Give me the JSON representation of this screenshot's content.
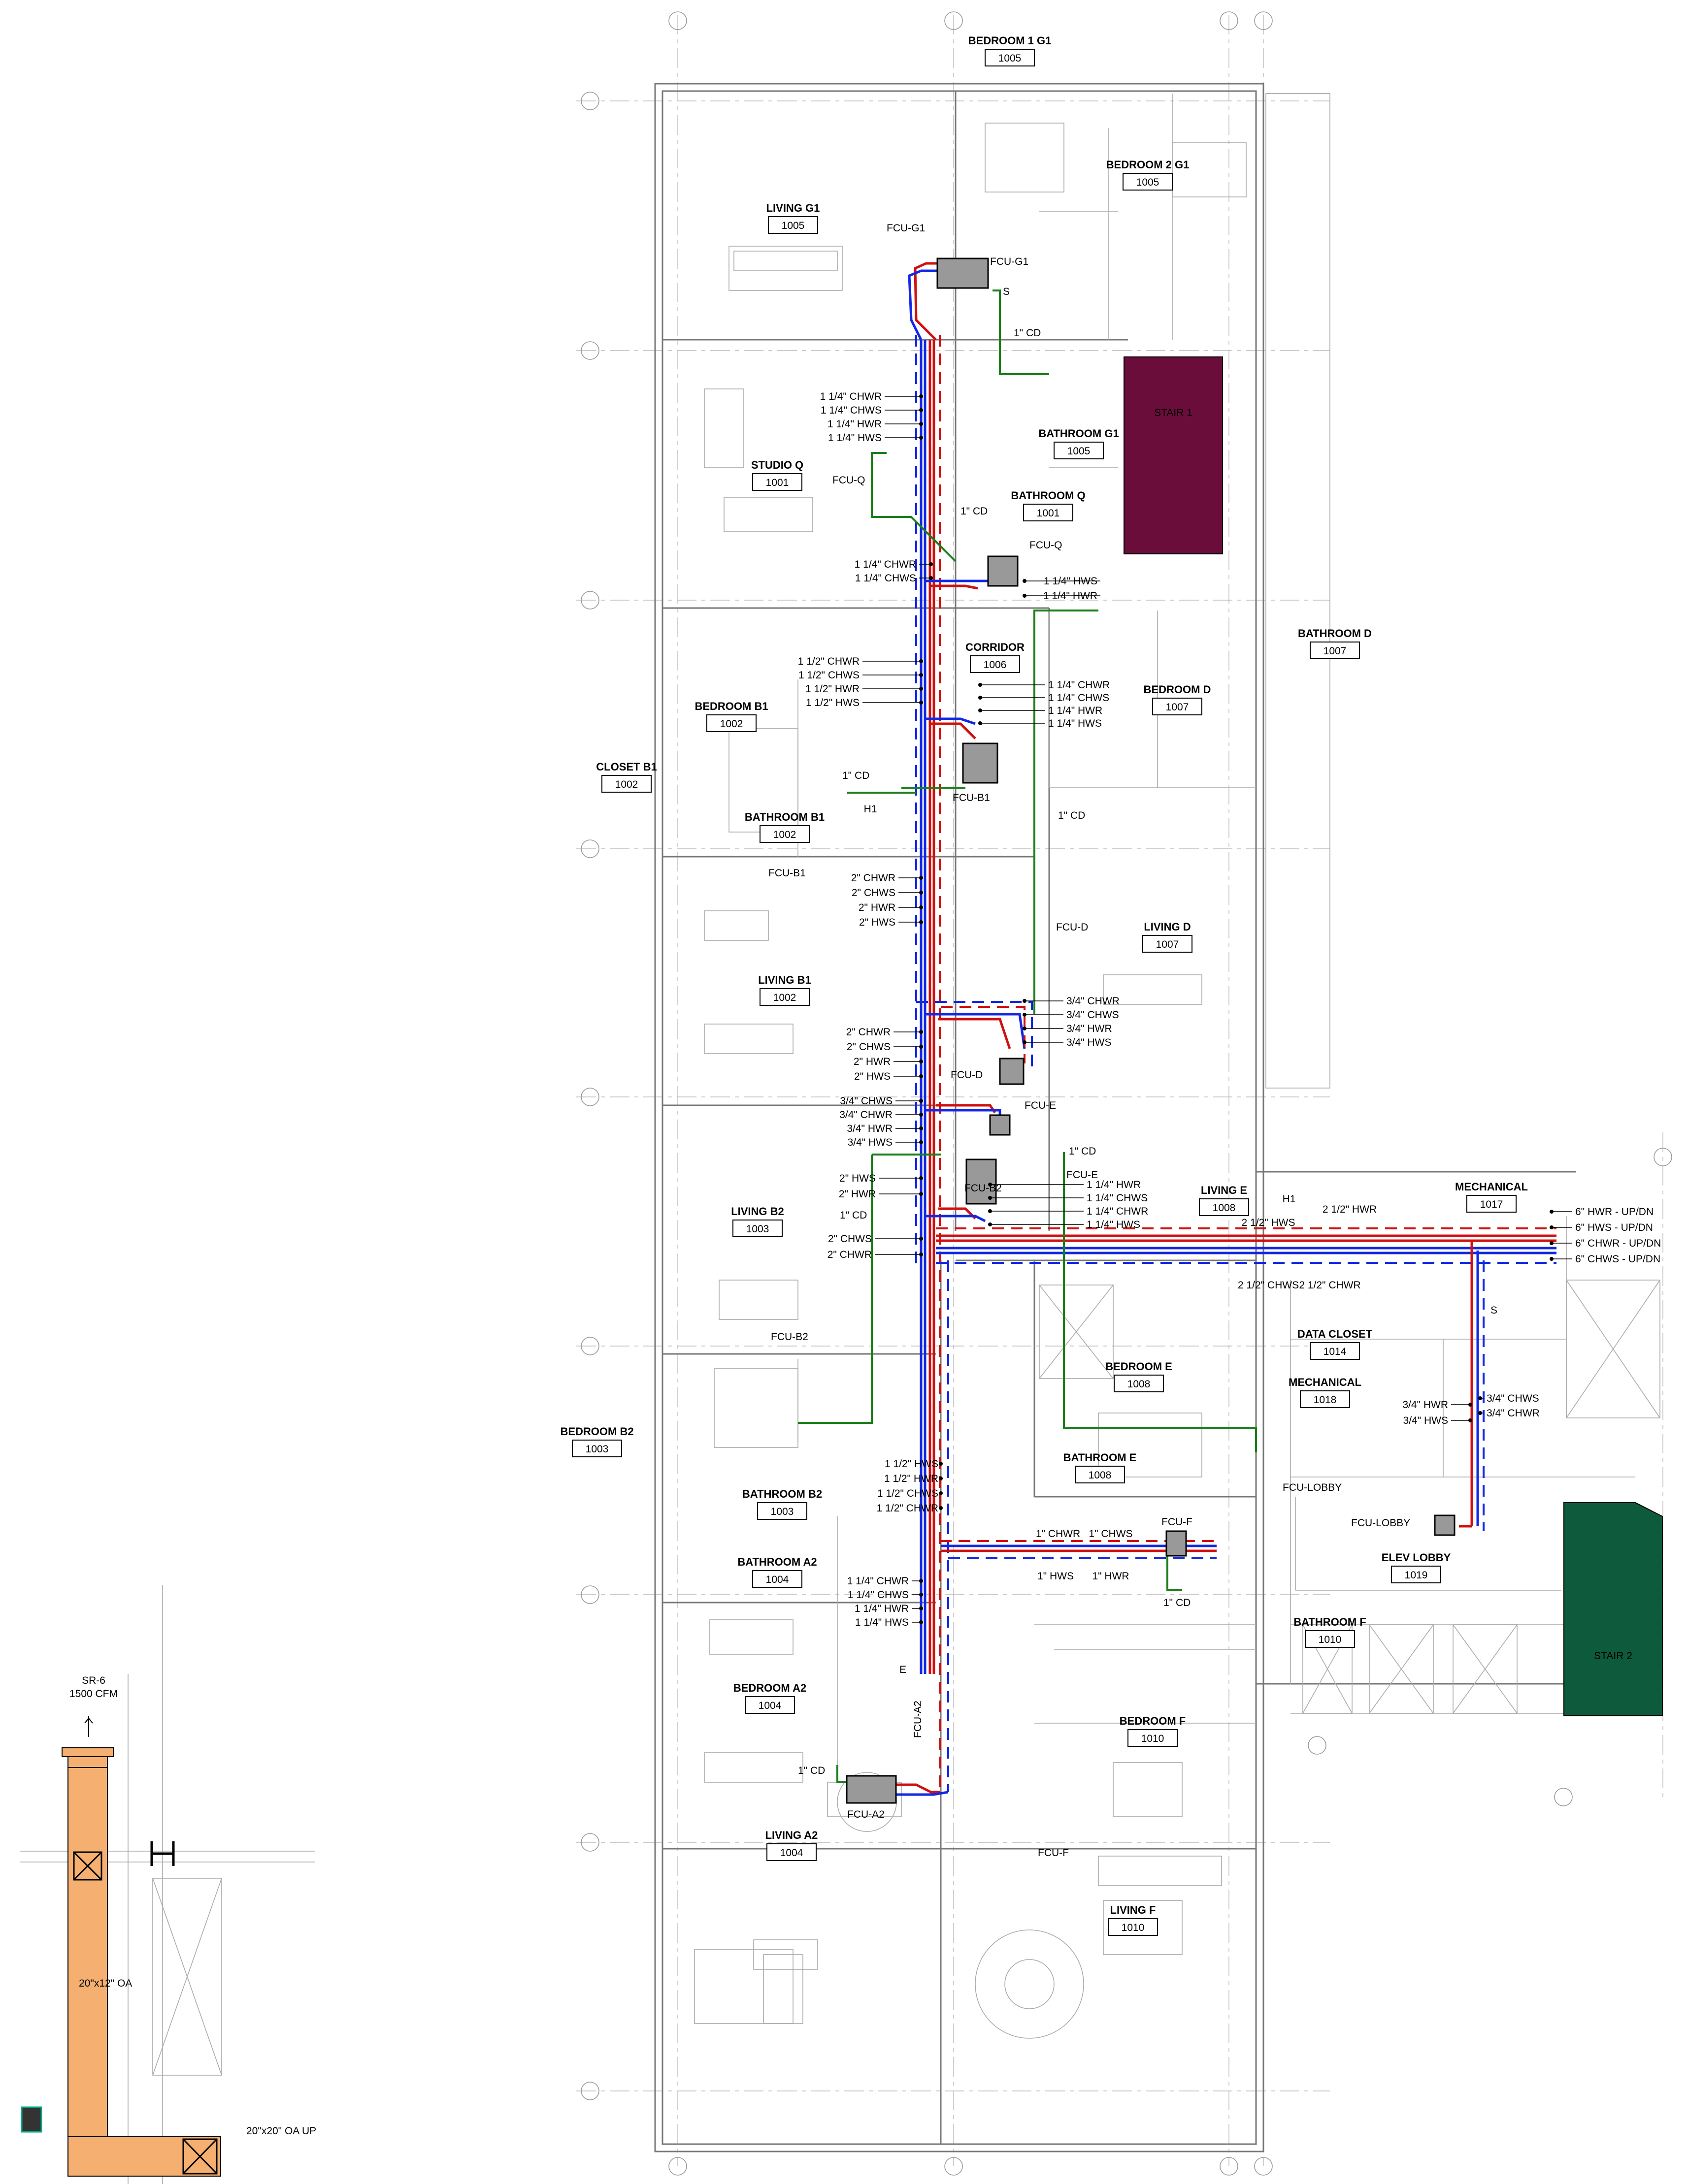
{
  "rooms": [
    {
      "name": "BEDROOM 1 G1",
      "num": "1005"
    },
    {
      "name": "BEDROOM 2 G1",
      "num": "1005"
    },
    {
      "name": "LIVING G1",
      "num": "1005"
    },
    {
      "name": "BATHROOM G1",
      "num": "1005"
    },
    {
      "name": "STAIR 1",
      "num": ""
    },
    {
      "name": "STUDIO Q",
      "num": "1001"
    },
    {
      "name": "BATHROOM Q",
      "num": "1001"
    },
    {
      "name": "CORRIDOR",
      "num": "1006"
    },
    {
      "name": "BATHROOM D",
      "num": "1007"
    },
    {
      "name": "BEDROOM D",
      "num": "1007"
    },
    {
      "name": "BEDROOM B1",
      "num": "1002"
    },
    {
      "name": "CLOSET B1",
      "num": "1002"
    },
    {
      "name": "BATHROOM B1",
      "num": "1002"
    },
    {
      "name": "LIVING D",
      "num": "1007"
    },
    {
      "name": "LIVING B1",
      "num": "1002"
    },
    {
      "name": "LIVING B2",
      "num": "1003"
    },
    {
      "name": "LIVING E",
      "num": "1008"
    },
    {
      "name": "MECHANICAL",
      "num": "1017"
    },
    {
      "name": "DATA CLOSET",
      "num": "1014"
    },
    {
      "name": "MECHANICAL",
      "num": "1018"
    },
    {
      "name": "BEDROOM E",
      "num": "1008"
    },
    {
      "name": "BEDROOM B2",
      "num": "1003"
    },
    {
      "name": "BATHROOM E",
      "num": "1008"
    },
    {
      "name": "BATHROOM B2",
      "num": "1003"
    },
    {
      "name": "ELEV LOBBY",
      "num": "1019"
    },
    {
      "name": "BATHROOM A2",
      "num": "1004"
    },
    {
      "name": "BATHROOM F",
      "num": "1010"
    },
    {
      "name": "STAIR 2",
      "num": ""
    },
    {
      "name": "BEDROOM A2",
      "num": "1004"
    },
    {
      "name": "BEDROOM F",
      "num": "1010"
    },
    {
      "name": "LIVING A2",
      "num": "1004"
    },
    {
      "name": "LIVING F",
      "num": "1010"
    }
  ],
  "equipment": [
    "FCU-G1",
    "FCU-G1",
    "FCU-Q",
    "FCU-Q",
    "FCU-B1",
    "FCU-B1",
    "FCU-D",
    "FCU-D",
    "FCU-E",
    "FCU-E",
    "FCU-B2",
    "FCU-B2",
    "FCU-F",
    "FCU-F",
    "FCU-LOBBY",
    "FCU-LOBBY",
    "FCU-A2",
    "FCU-A2",
    "H1",
    "H1",
    "S",
    "S",
    "E",
    "SR-6",
    "1500 CFM"
  ],
  "pipe_labels": {
    "g1": [
      "1 1/4\" CHWR",
      "1 1/4\" CHWS",
      "1 1/4\" HWR",
      "1 1/4\" HWS"
    ],
    "cd": [
      "1\" CD",
      "1\" CD",
      "1\" CD",
      "1\" CD",
      "1\" CD",
      "1\" CD",
      "1\" CD",
      "1\" CD"
    ],
    "q_left": [
      "1 1/4\" CHWR",
      "1 1/4\" CHWS"
    ],
    "q_right": [
      "1 1/4\" HWS",
      "1 1/4\" HWR"
    ],
    "b1_riser": [
      "1 1/2\" CHWR",
      "1 1/2\" CHWS",
      "1 1/2\" HWR",
      "1 1/2\" HWS"
    ],
    "d_branch": [
      "1 1/4\" CHWR",
      "1 1/4\" CHWS",
      "1 1/4\" HWR",
      "1 1/4\" HWS"
    ],
    "b1_main": [
      "2\" CHWR",
      "2\" CHWS",
      "2\" HWR",
      "2\" HWS"
    ],
    "d_small": [
      "3/4\" CHWR",
      "3/4\" CHWS",
      "3/4\" HWR",
      "3/4\" HWS"
    ],
    "b1_main2": [
      "2\" CHWR",
      "2\" CHWS",
      "2\" HWR",
      "2\" HWS"
    ],
    "e_left": [
      "3/4\" CHWS",
      "3/4\" CHWR",
      "3/4\" HWR",
      "3/4\" HWS"
    ],
    "b2_left": [
      "2\" HWS",
      "2\" HWR"
    ],
    "e_right": [
      "1 1/4\" HWR",
      "1 1/4\" CHWS",
      "1 1/4\" CHWR",
      "1 1/4\" HWS"
    ],
    "b2_left2": [
      "2\" CHWS",
      "2\" CHWR"
    ],
    "main_h": [
      "2 1/2\" HWS",
      "2 1/2\" HWR",
      "2 1/2\" CHWS",
      "2 1/2\" CHWR"
    ],
    "mech": [
      "6\" HWR - UP/DN",
      "6\" HWS - UP/DN",
      "6\" CHWR - UP/DN",
      "6\" CHWS - UP/DN"
    ],
    "lobby_left": [
      "3/4\" HWR",
      "3/4\" HWS"
    ],
    "lobby_right": [
      "3/4\" CHWS",
      "3/4\" CHWR"
    ],
    "b2_lower": [
      "1 1/2\" HWS",
      "1 1/2\" HWR",
      "1 1/2\" CHWS",
      "1 1/2\" CHWR"
    ],
    "f_branch": [
      "1\" CHWR",
      "1\" CHWS",
      "1\" HWS",
      "1\" HWR"
    ],
    "a2": [
      "1 1/4\" CHWR",
      "1 1/4\" CHWS",
      "1 1/4\" HWR",
      "1 1/4\" HWS"
    ]
  },
  "duct_labels": [
    "20\"x12\" OA",
    "20\"x20\" OA UP"
  ],
  "colors": {
    "hot_water": "#d01010",
    "chilled_water": "#1228e6",
    "condensate": "#1a7f1a",
    "stair1": "#6b0d3b",
    "stair2": "#0d5b3c",
    "duct": "#f5b071"
  }
}
